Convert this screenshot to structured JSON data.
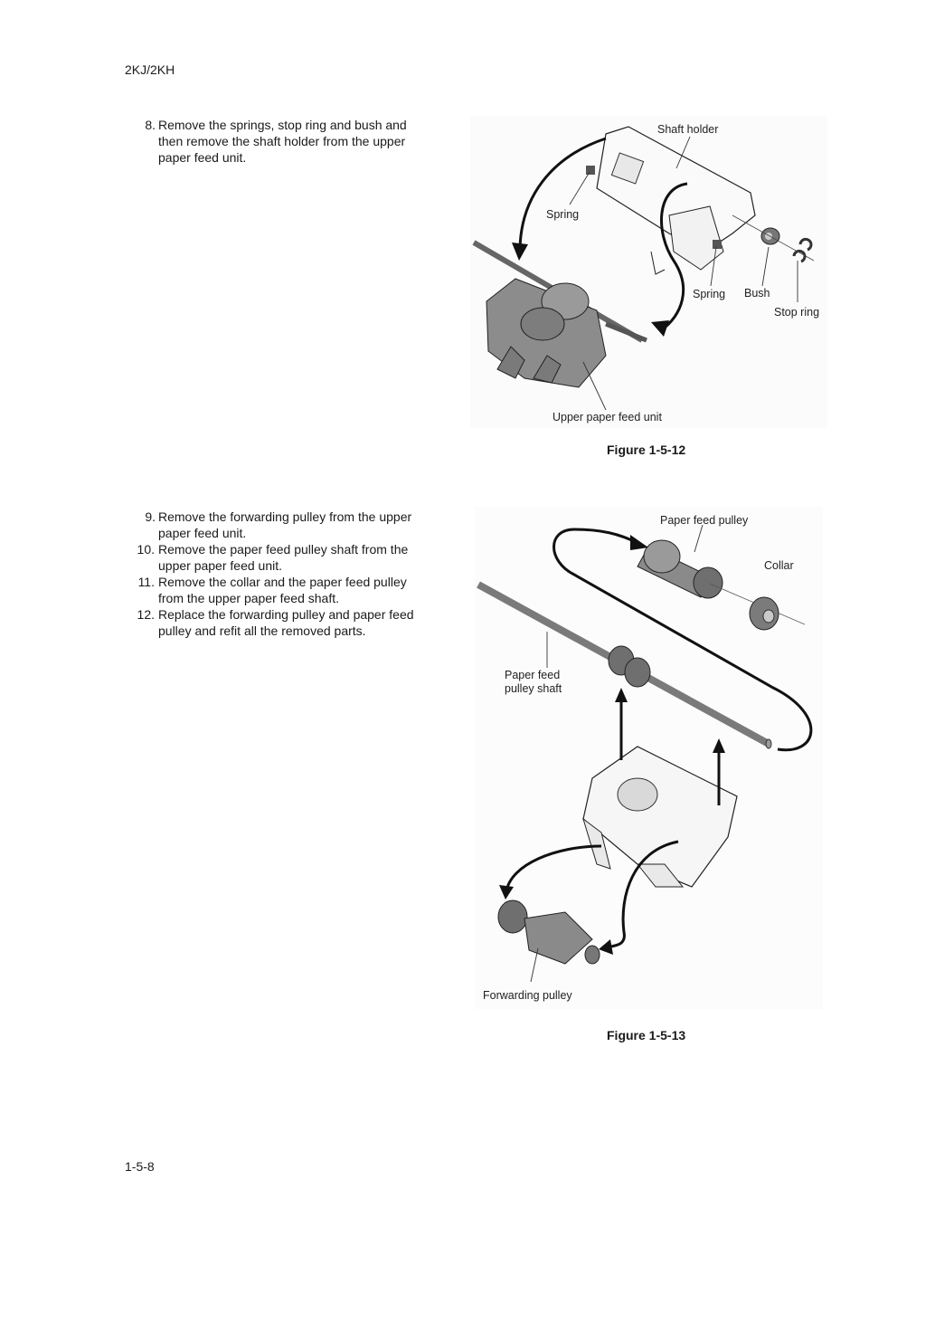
{
  "header": {
    "model": "2KJ/2KH"
  },
  "footer": {
    "page_number": "1-5-8"
  },
  "section1": {
    "steps": [
      {
        "num": "8.",
        "text": "Remove the springs, stop ring and bush and then remove the shaft holder from the upper paper feed unit."
      }
    ],
    "figure": {
      "caption": "Figure 1-5-12",
      "labels": {
        "shaft_holder": "Shaft holder",
        "spring_left": "Spring",
        "spring_right": "Spring",
        "bush": "Bush",
        "stop_ring": "Stop ring",
        "upper_paper_feed_unit": "Upper paper feed unit"
      }
    }
  },
  "section2": {
    "steps": [
      {
        "num": "9.",
        "text": "Remove the forwarding pulley from the upper paper feed unit."
      },
      {
        "num": "10.",
        "text": "Remove the paper feed pulley shaft from the upper paper feed unit."
      },
      {
        "num": "11.",
        "text": "Remove the collar and the paper feed pulley from the upper paper feed shaft."
      },
      {
        "num": "12.",
        "text": "Replace the forwarding pulley and paper feed pulley and refit all the removed parts."
      }
    ],
    "figure": {
      "caption": "Figure 1-5-13",
      "labels": {
        "paper_feed_pulley": "Paper feed pulley",
        "collar": "Collar",
        "paper_feed_pulley_shaft_line1": "Paper feed",
        "paper_feed_pulley_shaft_line2": "pulley shaft",
        "forwarding_pulley": "Forwarding pulley"
      }
    }
  }
}
